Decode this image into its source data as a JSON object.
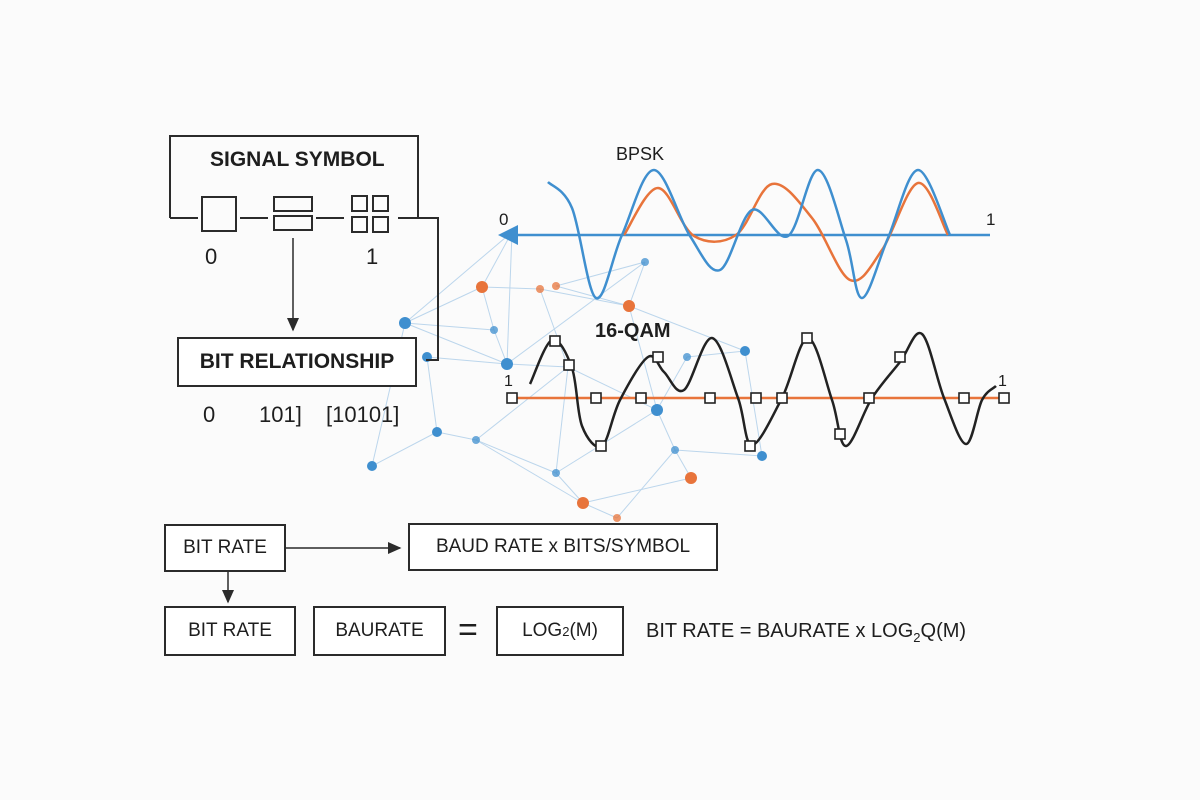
{
  "signal_symbol": {
    "title": "SIGNAL SYMBOL",
    "label_left": "0",
    "label_right": "1"
  },
  "bit_relationship": {
    "title": "BIT RELATIONSHIP",
    "value_0": "0",
    "value_101": "101]",
    "value_10101": "[10101]"
  },
  "bpsk": {
    "title": "BPSK",
    "axis_start": "0",
    "axis_end": "1"
  },
  "qam": {
    "title": "16-QAM",
    "axis_start": "1",
    "axis_end": "1"
  },
  "formulas": {
    "bit_rate_top": "BIT RATE",
    "baud_rate_times_bits": "BAUD RATE x BITS/SYMBOL",
    "bit_rate_bottom": "BIT RATE",
    "baurate": "BAURATE",
    "equals": "=",
    "log_prefix": "LOG",
    "log_subscript": "2",
    "log_suffix": "(M)",
    "full_prefix": "BIT RATE = BAURATE x LOG",
    "full_subscript": "2",
    "full_suffix": "Q(M)"
  },
  "colors": {
    "blue": "#3f8fcf",
    "orange": "#e8743b",
    "dark": "#222222",
    "network_line": "#bcd6ec"
  }
}
